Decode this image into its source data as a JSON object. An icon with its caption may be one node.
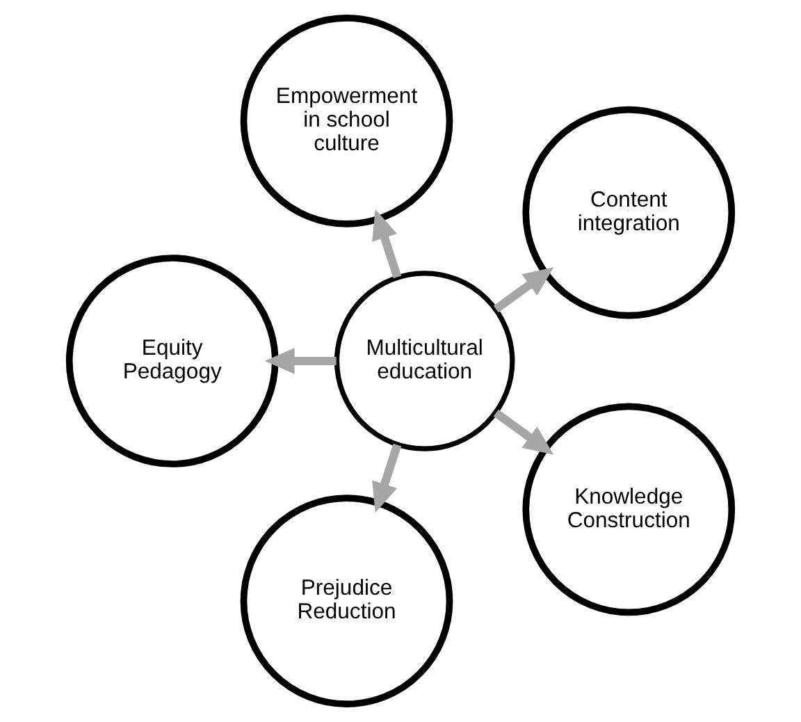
{
  "diagram": {
    "nodes": [
      {
        "text": [
          "Multicultural education"
        ]
      },
      {
        "text": [
          "Content integration"
        ]
      },
      {
        "text": [
          "Empowerment in school culture"
        ]
      },
      {
        "text": [
          "Equity Pedagogy"
        ]
      },
      {
        "text": [
          "Prejudice Reduction"
        ]
      },
      {
        "text": [
          "Knowledge Construction"
        ]
      }
    ],
    "edges": [
      {
        "from": 0,
        "to": 1,
        "arrow": "to"
      },
      {
        "from": 0,
        "to": 2,
        "arrow": "to"
      },
      {
        "from": 0,
        "to": 3,
        "arrow": "to"
      },
      {
        "from": 0,
        "to": 4,
        "arrow": "to"
      },
      {
        "from": 0,
        "to": 5,
        "arrow": "to"
      }
    ]
  }
}
